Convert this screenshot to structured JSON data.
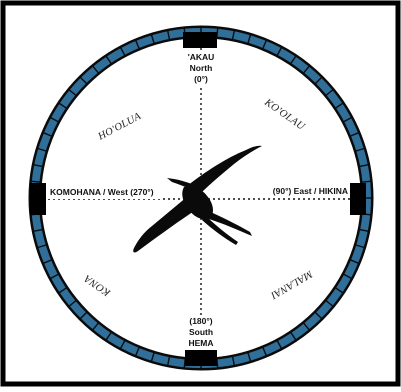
{
  "colors": {
    "frame": "#000000",
    "ring_blue": "#2f6f99",
    "ring_dark": "#0b0b0b",
    "background": "#ffffff",
    "marker": "#000000",
    "bird": "#0a0a0a"
  },
  "icons": {
    "center": "frigate-bird-icon"
  },
  "directions": {
    "north": {
      "line1": "'AKAU",
      "line2": "North",
      "line3": "(0°)"
    },
    "east": {
      "text": "(90°) East / HIKINA"
    },
    "south": {
      "line1": "(180°)",
      "line2": "South",
      "line3": "HEMA"
    },
    "west": {
      "text": "KOMOHANA / West (270°)"
    }
  },
  "houses": {
    "northwest": "HO'OLUA",
    "northeast": "KO'OLAU",
    "southeast": "MALANAI",
    "southwest": "KONA"
  }
}
